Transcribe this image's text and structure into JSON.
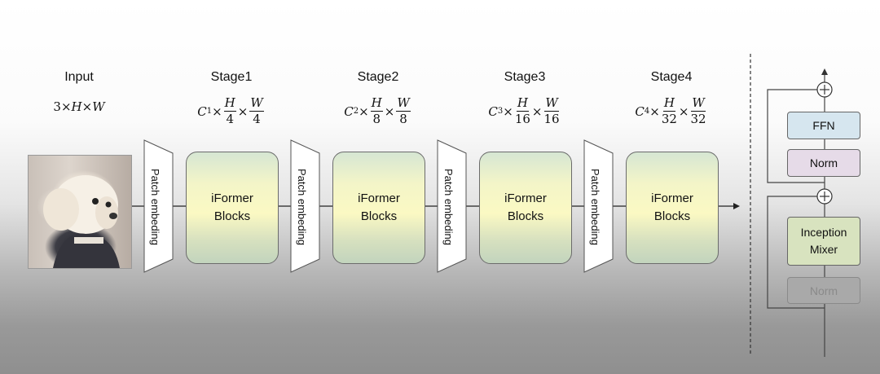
{
  "input": {
    "title": "Input",
    "dims": {
      "c": "3",
      "h": "H",
      "w": "W"
    }
  },
  "stages": [
    {
      "title": "Stage1",
      "c": "C",
      "sub": "1",
      "h_den": "4",
      "w_den": "4",
      "block_line1": "iFormer",
      "block_line2": "Blocks"
    },
    {
      "title": "Stage2",
      "c": "C",
      "sub": "2",
      "h_den": "8",
      "w_den": "8",
      "block_line1": "iFormer",
      "block_line2": "Blocks"
    },
    {
      "title": "Stage3",
      "c": "C",
      "sub": "3",
      "h_den": "16",
      "w_den": "16",
      "block_line1": "iFormer",
      "block_line2": "Blocks"
    },
    {
      "title": "Stage4",
      "c": "C",
      "sub": "4",
      "h_den": "32",
      "w_den": "32",
      "block_line1": "iFormer",
      "block_line2": "Blocks"
    }
  ],
  "symbols": {
    "times": "×",
    "h": "H",
    "w": "W",
    "plus": "+"
  },
  "patch_embedding_label": "Patch embeding",
  "block_detail": {
    "ffn": "FFN",
    "norm_top": "Norm",
    "mixer_line1": "Inception",
    "mixer_line2": "Mixer",
    "norm_bottom": "Norm"
  },
  "colors": {
    "ffn_fill": "#d6e6ef",
    "norm_fill": "#e6dbe8",
    "mixer_fill": "#d8e3bf",
    "norm_bottom_fill": "#a9a9a9"
  }
}
